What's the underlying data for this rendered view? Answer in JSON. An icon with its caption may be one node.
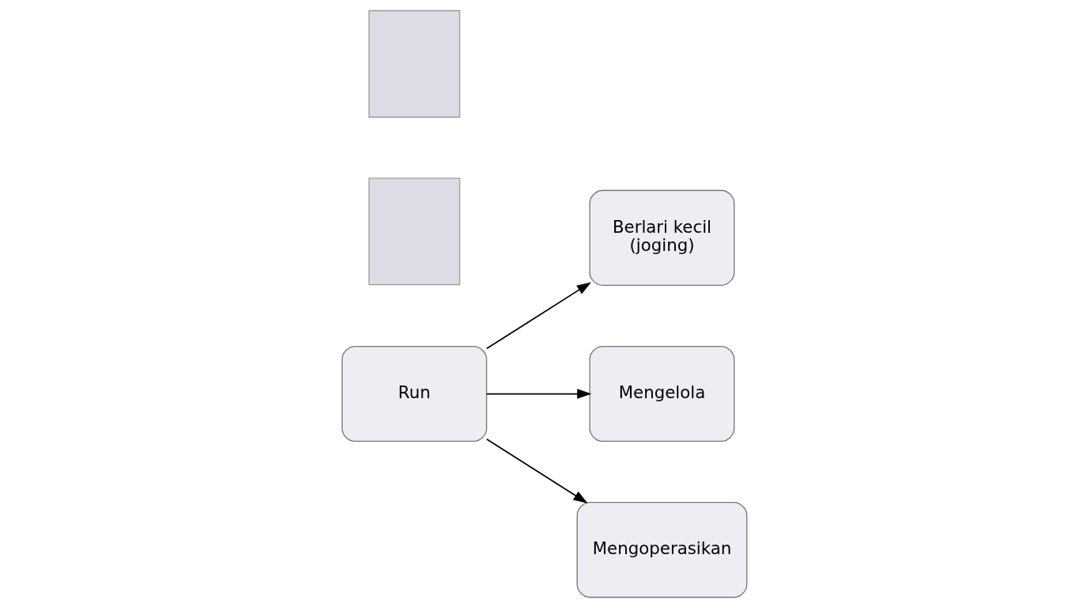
{
  "diagram": {
    "nodes": [
      {
        "text": [
          "Run"
        ]
      },
      {
        "text": [
          "Berlari kecil (joging)"
        ]
      },
      {
        "text": [
          "Mengelola"
        ]
      },
      {
        "text": [
          "Mengoperasikan"
        ]
      },
      {
        "text": [],
        "shape": "box"
      },
      {
        "text": [],
        "shape": "box"
      }
    ],
    "edges": [
      {
        "from": 0,
        "to": 1,
        "arrow": "to"
      },
      {
        "from": 0,
        "to": 2,
        "arrow": "to"
      },
      {
        "from": 0,
        "to": 3,
        "arrow": "to"
      }
    ]
  }
}
